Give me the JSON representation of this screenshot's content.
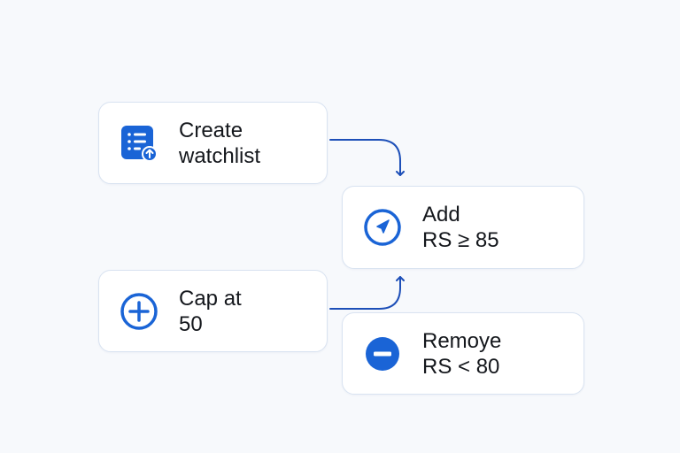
{
  "colors": {
    "accent": "#1a64d6",
    "connector": "#1d4fb8",
    "card_border": "#d9e3f1",
    "text": "#14171c",
    "background": "#f7f9fc"
  },
  "nodes": {
    "create_watchlist": {
      "icon": "list-upload-icon",
      "line1": "Create",
      "line2": "watchlist"
    },
    "add_rs": {
      "icon": "compass-icon",
      "line1": "Add",
      "line2": "RS ≥ 85"
    },
    "cap": {
      "icon": "plus-circle-icon",
      "line1": "Cap at",
      "line2": "50"
    },
    "remove_rs": {
      "icon": "minus-circle-icon",
      "line1": "Remoye",
      "line2": "RS < 80"
    }
  },
  "edges": [
    {
      "from": "create_watchlist",
      "to": "add_rs"
    },
    {
      "from": "cap",
      "to": "add_rs"
    }
  ]
}
